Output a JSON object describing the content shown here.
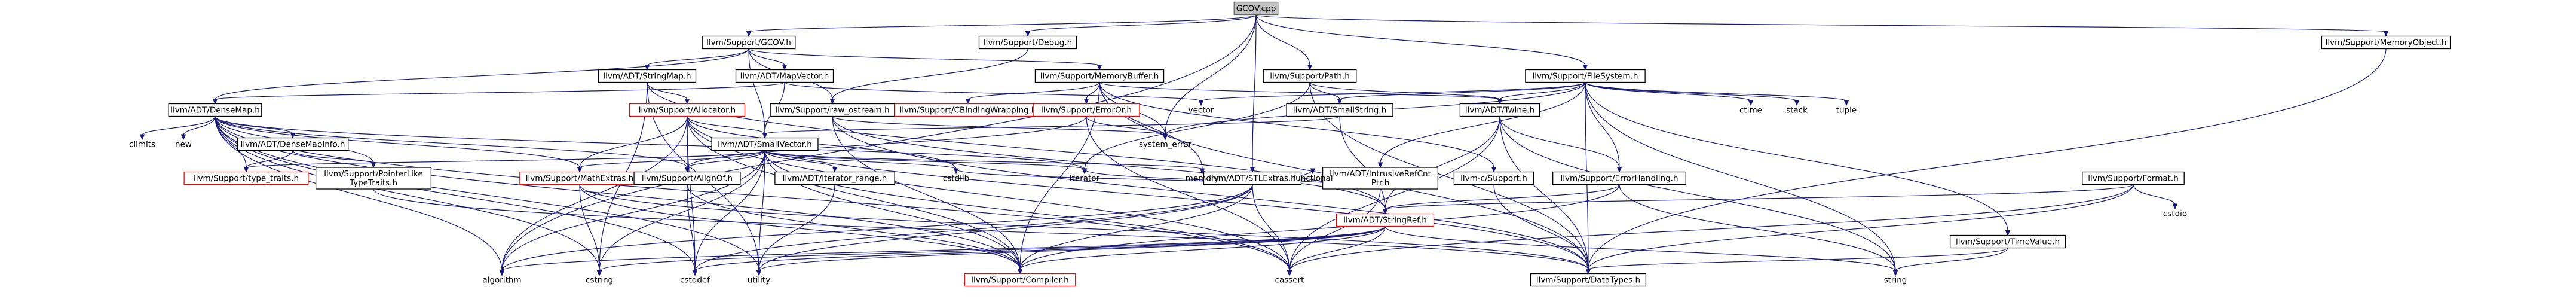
{
  "graph": {
    "root": "GCOV.cpp",
    "colors": {
      "edge": "#191970",
      "root_fill": "#bfbfbf",
      "missing_border": "#ff0000"
    },
    "nodes": [
      {
        "id": "gcov",
        "label": "GCOV.cpp",
        "style": "root"
      },
      {
        "id": "supp_gcov",
        "label": "llvm/Support/GCOV.h",
        "style": "box"
      },
      {
        "id": "supp_debug",
        "label": "llvm/Support/Debug.h",
        "style": "box"
      },
      {
        "id": "supp_path",
        "label": "llvm/Support/Path.h",
        "style": "box"
      },
      {
        "id": "supp_filesystem",
        "label": "llvm/Support/FileSystem.h",
        "style": "box"
      },
      {
        "id": "supp_memobj",
        "label": "llvm/Support/MemoryObject.h",
        "style": "box"
      },
      {
        "id": "adt_stringmap",
        "label": "llvm/ADT/StringMap.h",
        "style": "box"
      },
      {
        "id": "adt_mapvector",
        "label": "llvm/ADT/MapVector.h",
        "style": "box"
      },
      {
        "id": "supp_membuf",
        "label": "llvm/Support/MemoryBuffer.h",
        "style": "box"
      },
      {
        "id": "adt_densemap",
        "label": "llvm/ADT/DenseMap.h",
        "style": "box"
      },
      {
        "id": "supp_allocator",
        "label": "llvm/Support/Allocator.h",
        "style": "red"
      },
      {
        "id": "supp_rawostream",
        "label": "llvm/Support/raw_ostream.h",
        "style": "box"
      },
      {
        "id": "supp_cbinding",
        "label": "llvm/Support/CBindingWrapping.h",
        "style": "red"
      },
      {
        "id": "supp_erroror",
        "label": "llvm/Support/ErrorOr.h",
        "style": "red"
      },
      {
        "id": "vector",
        "label": "vector",
        "style": "plain"
      },
      {
        "id": "adt_smallstring",
        "label": "llvm/ADT/SmallString.h",
        "style": "box"
      },
      {
        "id": "adt_twine",
        "label": "llvm/ADT/Twine.h",
        "style": "box"
      },
      {
        "id": "ctime",
        "label": "ctime",
        "style": "plain"
      },
      {
        "id": "stack",
        "label": "stack",
        "style": "plain"
      },
      {
        "id": "tuple",
        "label": "tuple",
        "style": "plain"
      },
      {
        "id": "climits",
        "label": "climits",
        "style": "plain"
      },
      {
        "id": "new",
        "label": "new",
        "style": "plain"
      },
      {
        "id": "adt_densemapinfo",
        "label": "llvm/ADT/DenseMapInfo.h",
        "style": "box"
      },
      {
        "id": "adt_smallvector",
        "label": "llvm/ADT/SmallVector.h",
        "style": "box"
      },
      {
        "id": "system_error",
        "label": "system_error",
        "style": "plain"
      },
      {
        "id": "adt_stlextras",
        "label": "llvm/ADT/STLExtras.h",
        "style": "box"
      },
      {
        "id": "adt_intrusive",
        "label": "llvm/ADT/IntrusiveRefCnt\nPtr.h",
        "style": "box"
      },
      {
        "id": "llvm_c_support",
        "label": "llvm-c/Support.h",
        "style": "box"
      },
      {
        "id": "supp_errhandling",
        "label": "llvm/Support/ErrorHandling.h",
        "style": "box"
      },
      {
        "id": "supp_format",
        "label": "llvm/Support/Format.h",
        "style": "box"
      },
      {
        "id": "supp_typetraits",
        "label": "llvm/Support/type_traits.h",
        "style": "red"
      },
      {
        "id": "supp_ptrlike",
        "label": "llvm/Support/PointerLike\nTypeTraits.h",
        "style": "box"
      },
      {
        "id": "supp_mathextras",
        "label": "llvm/Support/MathExtras.h",
        "style": "red"
      },
      {
        "id": "supp_alignof",
        "label": "llvm/Support/AlignOf.h",
        "style": "box"
      },
      {
        "id": "adt_iterrange",
        "label": "llvm/ADT/iterator_range.h",
        "style": "box"
      },
      {
        "id": "cstdlib",
        "label": "cstdlib",
        "style": "plain"
      },
      {
        "id": "iterator",
        "label": "iterator",
        "style": "plain"
      },
      {
        "id": "memory",
        "label": "memory",
        "style": "plain"
      },
      {
        "id": "functional",
        "label": "functional",
        "style": "plain"
      },
      {
        "id": "adt_stringref",
        "label": "llvm/ADT/StringRef.h",
        "style": "red"
      },
      {
        "id": "cstdio",
        "label": "cstdio",
        "style": "plain"
      },
      {
        "id": "supp_timevalue",
        "label": "llvm/Support/TimeValue.h",
        "style": "box"
      },
      {
        "id": "algorithm",
        "label": "algorithm",
        "style": "plain"
      },
      {
        "id": "cstring",
        "label": "cstring",
        "style": "plain"
      },
      {
        "id": "cstddef",
        "label": "cstddef",
        "style": "plain"
      },
      {
        "id": "utility",
        "label": "utility",
        "style": "plain"
      },
      {
        "id": "supp_compiler",
        "label": "llvm/Support/Compiler.h",
        "style": "red"
      },
      {
        "id": "cassert",
        "label": "cassert",
        "style": "plain"
      },
      {
        "id": "supp_datatypes",
        "label": "llvm/Support/DataTypes.h",
        "style": "box"
      },
      {
        "id": "string",
        "label": "string",
        "style": "plain"
      }
    ],
    "edges": [
      [
        "gcov",
        "supp_gcov"
      ],
      [
        "gcov",
        "supp_debug"
      ],
      [
        "gcov",
        "supp_path"
      ],
      [
        "gcov",
        "supp_filesystem"
      ],
      [
        "gcov",
        "supp_memobj"
      ],
      [
        "gcov",
        "algorithm"
      ],
      [
        "gcov",
        "system_error"
      ],
      [
        "gcov",
        "adt_stlextras"
      ],
      [
        "supp_gcov",
        "adt_stringmap"
      ],
      [
        "supp_gcov",
        "adt_mapvector"
      ],
      [
        "supp_gcov",
        "supp_membuf"
      ],
      [
        "supp_gcov",
        "adt_densemap"
      ],
      [
        "supp_gcov",
        "adt_smallvector"
      ],
      [
        "supp_gcov",
        "supp_rawostream"
      ],
      [
        "supp_debug",
        "supp_rawostream"
      ],
      [
        "supp_path",
        "adt_twine"
      ],
      [
        "supp_path",
        "adt_smallstring"
      ],
      [
        "supp_path",
        "iterator"
      ],
      [
        "supp_path",
        "supp_datatypes"
      ],
      [
        "supp_filesystem",
        "adt_smallstring"
      ],
      [
        "supp_filesystem",
        "adt_twine"
      ],
      [
        "supp_filesystem",
        "supp_errhandling"
      ],
      [
        "supp_filesystem",
        "supp_timevalue"
      ],
      [
        "supp_filesystem",
        "ctime"
      ],
      [
        "supp_filesystem",
        "stack"
      ],
      [
        "supp_filesystem",
        "tuple"
      ],
      [
        "supp_filesystem",
        "vector"
      ],
      [
        "supp_filesystem",
        "system_error"
      ],
      [
        "supp_filesystem",
        "string"
      ],
      [
        "supp_filesystem",
        "adt_intrusive"
      ],
      [
        "supp_filesystem",
        "supp_datatypes"
      ],
      [
        "supp_memobj",
        "supp_datatypes"
      ],
      [
        "adt_stringmap",
        "adt_stringref"
      ],
      [
        "adt_stringmap",
        "supp_allocator"
      ],
      [
        "adt_stringmap",
        "cstring"
      ],
      [
        "adt_stringmap",
        "utility"
      ],
      [
        "adt_mapvector",
        "adt_densemap"
      ],
      [
        "adt_mapvector",
        "adt_smallvector"
      ],
      [
        "adt_mapvector",
        "vector"
      ],
      [
        "supp_membuf",
        "supp_cbinding"
      ],
      [
        "supp_membuf",
        "supp_erroror"
      ],
      [
        "supp_membuf",
        "llvm_c_support"
      ],
      [
        "supp_membuf",
        "supp_compiler"
      ],
      [
        "supp_membuf",
        "memory"
      ],
      [
        "supp_membuf",
        "adt_twine"
      ],
      [
        "supp_membuf",
        "system_error"
      ],
      [
        "supp_membuf",
        "supp_datatypes"
      ],
      [
        "adt_densemap",
        "adt_densemapinfo"
      ],
      [
        "adt_densemap",
        "supp_ptrlike"
      ],
      [
        "adt_densemap",
        "supp_typetraits"
      ],
      [
        "adt_densemap",
        "supp_mathextras"
      ],
      [
        "adt_densemap",
        "supp_alignof"
      ],
      [
        "adt_densemap",
        "climits"
      ],
      [
        "adt_densemap",
        "new"
      ],
      [
        "adt_densemap",
        "algorithm"
      ],
      [
        "adt_densemap",
        "cstddef"
      ],
      [
        "adt_densemap",
        "cassert"
      ],
      [
        "adt_densemap",
        "utility"
      ],
      [
        "adt_densemap",
        "iterator"
      ],
      [
        "adt_densemap",
        "supp_compiler"
      ],
      [
        "adt_densemap",
        "cstring"
      ],
      [
        "supp_allocator",
        "adt_smallvector"
      ],
      [
        "supp_allocator",
        "supp_alignof"
      ],
      [
        "supp_allocator",
        "supp_mathextras"
      ],
      [
        "supp_allocator",
        "supp_compiler"
      ],
      [
        "supp_allocator",
        "supp_datatypes"
      ],
      [
        "supp_allocator",
        "algorithm"
      ],
      [
        "supp_allocator",
        "cassert"
      ],
      [
        "supp_allocator",
        "cstddef"
      ],
      [
        "supp_allocator",
        "cstdlib"
      ],
      [
        "supp_rawostream",
        "adt_stringref"
      ],
      [
        "supp_rawostream",
        "supp_compiler"
      ],
      [
        "supp_rawostream",
        "supp_datatypes"
      ],
      [
        "supp_rawostream",
        "system_error"
      ],
      [
        "supp_erroror",
        "system_error"
      ],
      [
        "supp_erroror",
        "supp_alignof"
      ],
      [
        "supp_erroror",
        "cassert"
      ],
      [
        "adt_smallstring",
        "adt_stringref"
      ],
      [
        "adt_smallstring",
        "adt_smallvector"
      ],
      [
        "adt_twine",
        "adt_stringref"
      ],
      [
        "adt_twine",
        "supp_errhandling"
      ],
      [
        "adt_twine",
        "supp_datatypes"
      ],
      [
        "adt_twine",
        "cassert"
      ],
      [
        "adt_twine",
        "string"
      ],
      [
        "adt_densemapinfo",
        "supp_ptrlike"
      ],
      [
        "adt_densemapinfo",
        "supp_typetraits"
      ],
      [
        "adt_smallvector",
        "supp_typetraits"
      ],
      [
        "adt_smallvector",
        "supp_mathextras"
      ],
      [
        "adt_smallvector",
        "supp_alignof"
      ],
      [
        "adt_smallvector",
        "adt_iterrange"
      ],
      [
        "adt_smallvector",
        "supp_compiler"
      ],
      [
        "adt_smallvector",
        "algorithm"
      ],
      [
        "adt_smallvector",
        "cstddef"
      ],
      [
        "adt_smallvector",
        "cstdlib"
      ],
      [
        "adt_smallvector",
        "cassert"
      ],
      [
        "adt_smallvector",
        "iterator"
      ],
      [
        "adt_smallvector",
        "memory"
      ],
      [
        "adt_smallvector",
        "utility"
      ],
      [
        "adt_smallvector",
        "cstring"
      ],
      [
        "adt_stlextras",
        "supp_compiler"
      ],
      [
        "adt_stlextras",
        "functional"
      ],
      [
        "adt_stlextras",
        "iterator"
      ],
      [
        "adt_stlextras",
        "memory"
      ],
      [
        "adt_stlextras",
        "cstddef"
      ],
      [
        "adt_stlextras",
        "cstdlib"
      ],
      [
        "adt_stlextras",
        "utility"
      ],
      [
        "adt_stlextras",
        "algorithm"
      ],
      [
        "adt_stlextras",
        "cassert"
      ],
      [
        "adt_intrusive",
        "memory"
      ],
      [
        "adt_intrusive",
        "cassert"
      ],
      [
        "llvm_c_support",
        "supp_datatypes"
      ],
      [
        "supp_errhandling",
        "adt_stringref"
      ],
      [
        "supp_errhandling",
        "supp_compiler"
      ],
      [
        "supp_errhandling",
        "string"
      ],
      [
        "supp_format",
        "cstdio"
      ],
      [
        "supp_format",
        "cassert"
      ],
      [
        "supp_format",
        "adt_stringref"
      ],
      [
        "supp_format",
        "supp_datatypes"
      ],
      [
        "supp_ptrlike",
        "supp_datatypes"
      ],
      [
        "supp_mathextras",
        "supp_compiler"
      ],
      [
        "supp_mathextras",
        "cstring"
      ],
      [
        "supp_mathextras",
        "supp_datatypes"
      ],
      [
        "supp_alignof",
        "cstddef"
      ],
      [
        "supp_alignof",
        "supp_compiler"
      ],
      [
        "adt_iterrange",
        "utility"
      ],
      [
        "adt_stringref",
        "supp_compiler"
      ],
      [
        "adt_stringref",
        "algorithm"
      ],
      [
        "adt_stringref",
        "cassert"
      ],
      [
        "adt_stringref",
        "cstring"
      ],
      [
        "adt_stringref",
        "string"
      ],
      [
        "adt_stringref",
        "utility"
      ],
      [
        "adt_stringref",
        "cstddef"
      ],
      [
        "supp_timevalue",
        "supp_datatypes"
      ],
      [
        "supp_timevalue",
        "string"
      ]
    ]
  }
}
